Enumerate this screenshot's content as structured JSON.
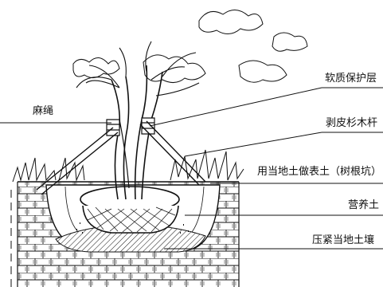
{
  "labels": {
    "hemp_rope": "麻绳",
    "soft_protective_layer": "软质保护层",
    "peeled_fir_pole": "剥皮杉木杆",
    "local_topsoil": "用当地土做表土（树根坑）",
    "nutrient_soil": "营养土",
    "compacted_local_soil": "压紧当地土壤"
  },
  "colors": {
    "ink": "#111111",
    "background": "#ffffff"
  }
}
